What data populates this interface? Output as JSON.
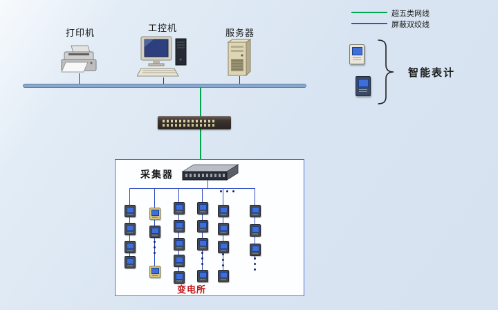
{
  "legend": {
    "items": [
      {
        "label": "超五类网线",
        "color": "#00a650"
      },
      {
        "label": "屏蔽双绞线",
        "color": "#3350cc"
      }
    ],
    "smart_meters_label": "智能表计"
  },
  "devices": {
    "printer_label": "打印机",
    "ipc_label": "工控机",
    "server_label": "服务器"
  },
  "collector_label": "采集器",
  "substation_label": "变电所",
  "colors": {
    "cat5_line": "#00a650",
    "stp_line": "#2c46c0",
    "bus_line": "#8aa9cd",
    "substation_text": "#c41414"
  }
}
